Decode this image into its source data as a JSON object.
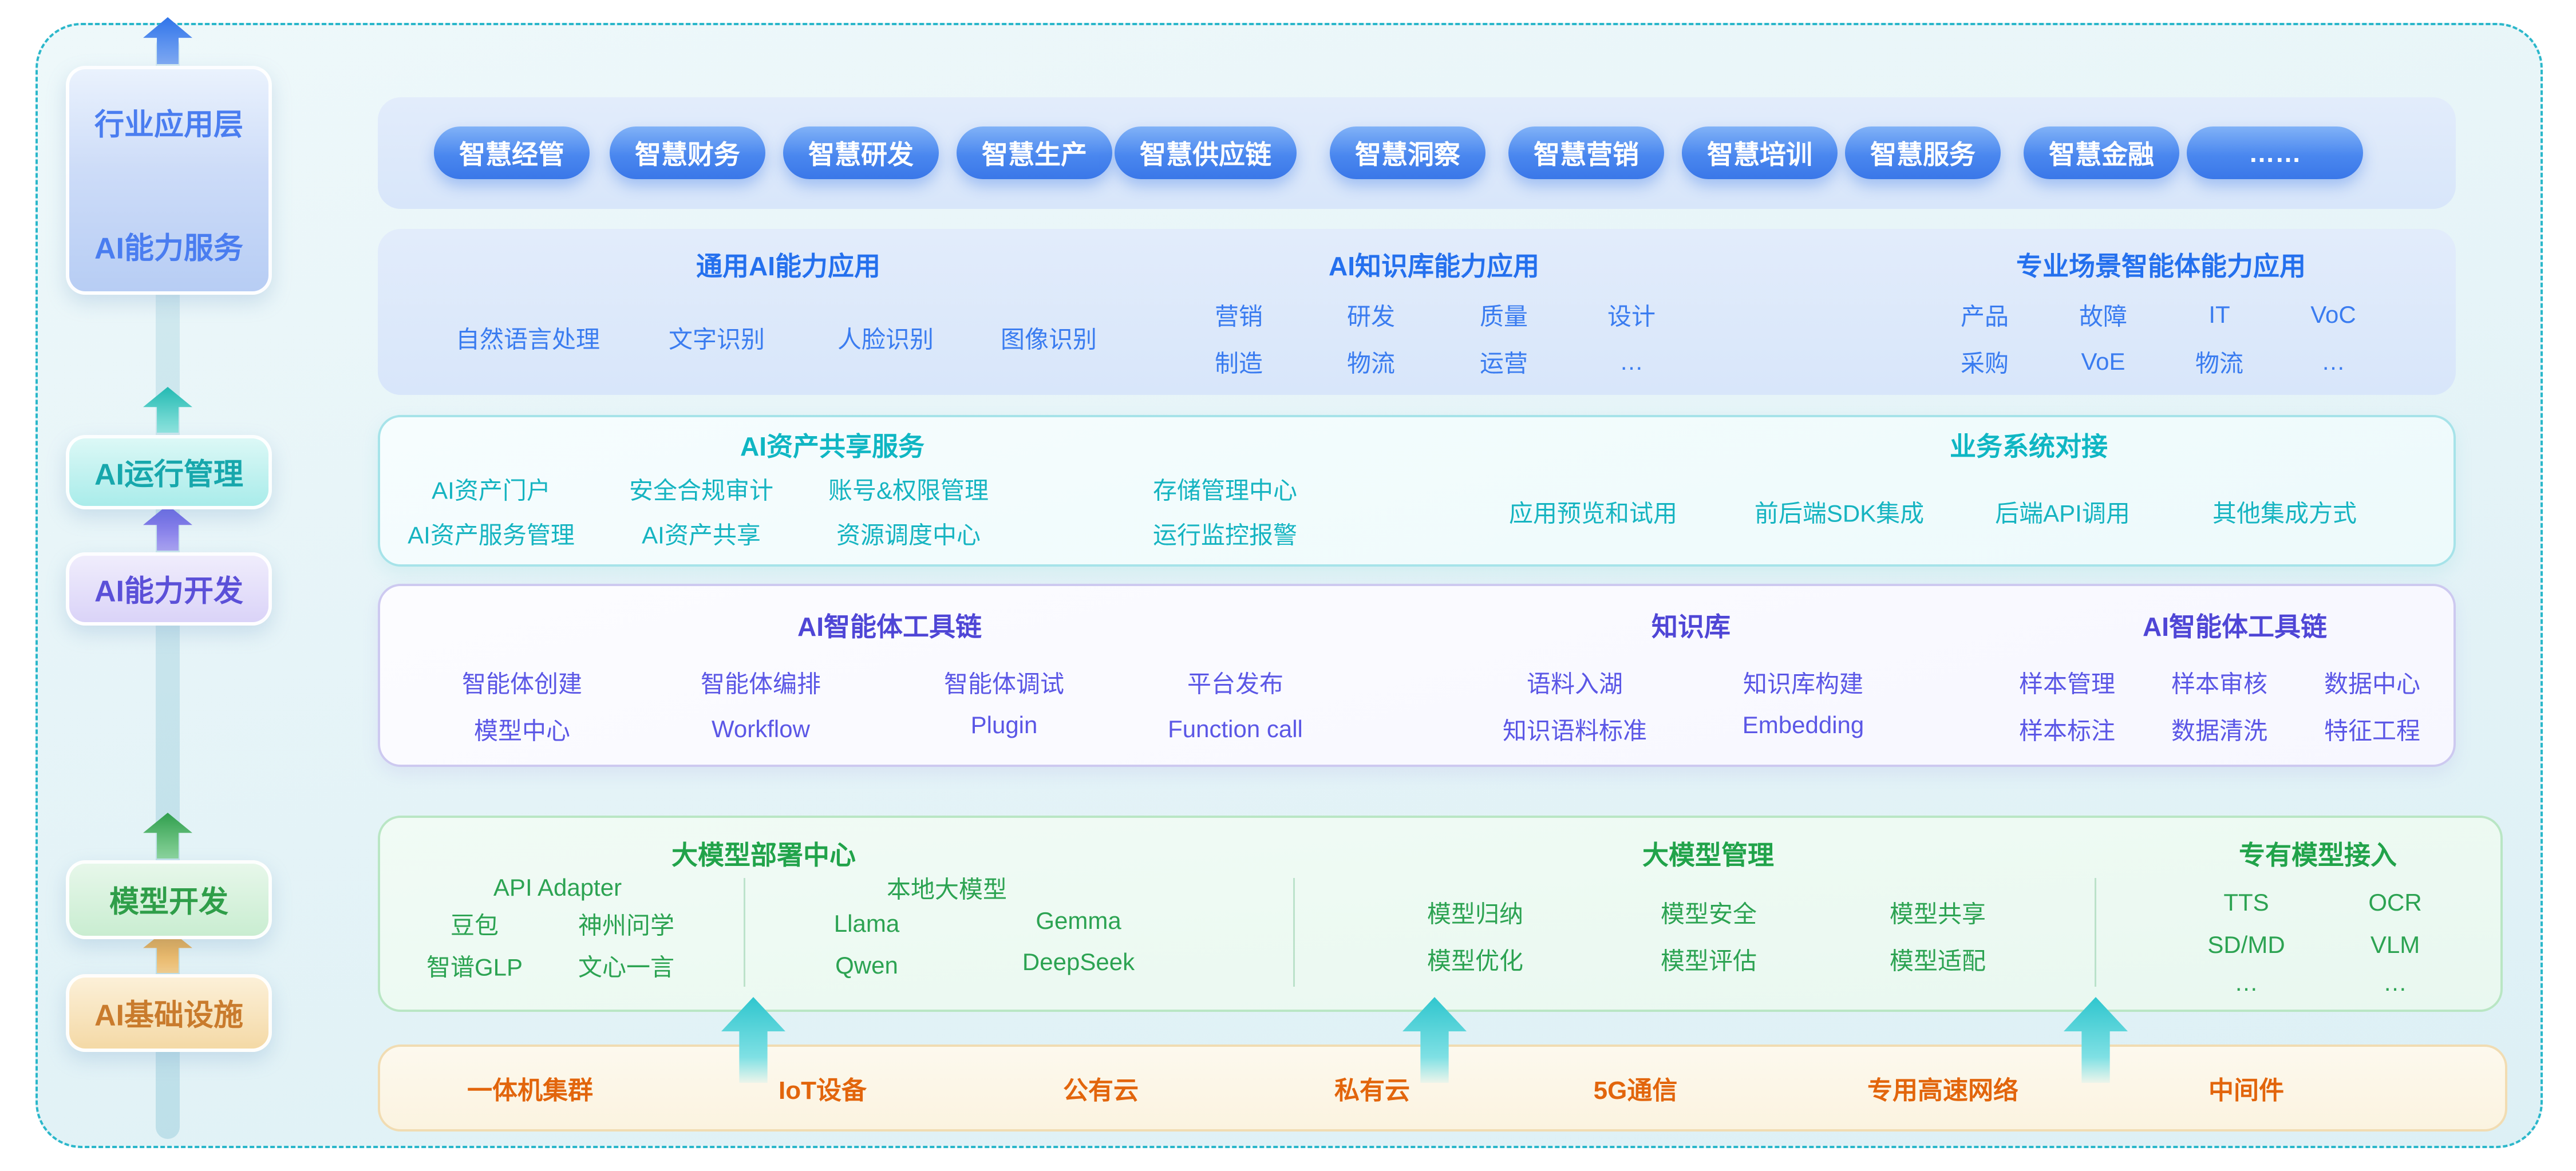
{
  "colors": {
    "accent_blue": "#3a7cf0",
    "accent_teal": "#0fb6c3",
    "accent_purple": "#4f46d6",
    "accent_green": "#21a34a",
    "accent_orange": "#e2650c",
    "pill_blue": "#4a87ef",
    "frame_dash": "#2ab7ca"
  },
  "sidebar": {
    "top_box": {
      "label1": "行业应用层",
      "label2": "AI能力服务"
    },
    "boxes": [
      {
        "label": "AI运行管理"
      },
      {
        "label": "AI能力开发"
      },
      {
        "label": "模型开发"
      },
      {
        "label": "AI基础设施"
      }
    ]
  },
  "pills": {
    "items": [
      "智慧经管",
      "智慧财务",
      "智慧研发",
      "智慧生产",
      "智慧供应链",
      "智慧洞察",
      "智慧营销",
      "智慧培训",
      "智慧服务",
      "智慧金融",
      "……"
    ]
  },
  "capability": {
    "general": {
      "title": "通用AI能力应用",
      "items": [
        "自然语言处理",
        "文字识别",
        "人脸识别",
        "图像识别"
      ]
    },
    "knowledge": {
      "title": "AI知识库能力应用",
      "row1": [
        "营销",
        "研发",
        "质量",
        "设计"
      ],
      "row2": [
        "制造",
        "物流",
        "运营",
        "…"
      ]
    },
    "scene": {
      "title": "专业场景智能体能力应用",
      "row1": [
        "产品",
        "故障",
        "IT",
        "VoC"
      ],
      "row2": [
        "采购",
        "VoE",
        "物流",
        "…"
      ]
    }
  },
  "asset": {
    "share": {
      "title": "AI资产共享服务",
      "row1": [
        "AI资产门户",
        "安全合规审计",
        "账号&权限管理",
        "存储管理中心"
      ],
      "row2": [
        "AI资产服务管理",
        "AI资产共享",
        "资源调度中心",
        "运行监控报警"
      ]
    },
    "connect": {
      "title": "业务系统对接",
      "items": [
        "应用预览和试用",
        "前后端SDK集成",
        "后端API调用",
        "其他集成方式"
      ]
    }
  },
  "agent": {
    "tools": {
      "title": "AI智能体工具链",
      "row1": [
        "智能体创建",
        "智能体编排",
        "智能体调试",
        "平台发布"
      ],
      "row2": [
        "模型中心",
        "Workflow",
        "Plugin",
        "Function call"
      ]
    },
    "kb": {
      "title": "知识库",
      "row1": [
        "语料入湖",
        "知识库构建"
      ],
      "row2": [
        "知识语料标准",
        "Embedding"
      ]
    },
    "data": {
      "title": "AI智能体工具链",
      "row1": [
        "样本管理",
        "样本审核",
        "数据中心"
      ],
      "row2": [
        "样本标注",
        "数据清洗",
        "特征工程"
      ]
    }
  },
  "model": {
    "deploy": {
      "title": "大模型部署中心",
      "api_label": "API Adapter",
      "local_label": "本地大模型",
      "api_row1": [
        "豆包",
        "神州问学"
      ],
      "api_row2": [
        "智谱GLP",
        "文心一言"
      ],
      "local_row1": [
        "Llama",
        "Gemma"
      ],
      "local_row2": [
        "Qwen",
        "DeepSeek"
      ]
    },
    "mgmt": {
      "title": "大模型管理",
      "row1": [
        "模型归纳",
        "模型安全",
        "模型共享"
      ],
      "row2": [
        "模型优化",
        "模型评估",
        "模型适配"
      ]
    },
    "private": {
      "title": "专有模型接入",
      "row1": [
        "TTS",
        "OCR"
      ],
      "row2": [
        "SD/MD",
        "VLM"
      ],
      "row3": [
        "…",
        "…"
      ]
    }
  },
  "infra": {
    "items": [
      "一体机集群",
      "IoT设备",
      "公有云",
      "私有云",
      "5G通信",
      "专用高速网络",
      "中间件"
    ]
  }
}
